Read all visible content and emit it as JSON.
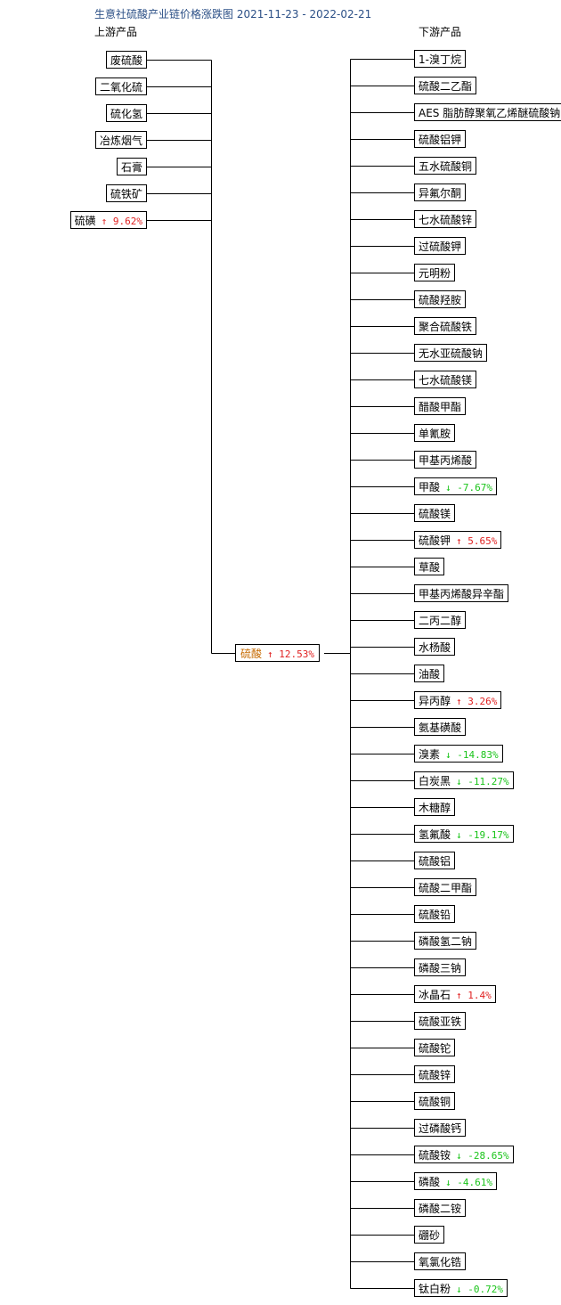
{
  "title": "生意社硫酸产业链价格涨跌图 2021-11-23 - 2022-02-21",
  "upstream_header": "上游产品",
  "downstream_header": "下游产品",
  "center": {
    "name": "硫酸",
    "arrow": "↑",
    "change": "12.53%",
    "dir": "up"
  },
  "colors": {
    "title": "#2b4f86",
    "center": "#c66a00",
    "rise": "#e02020",
    "fall": "#19c419"
  },
  "upstream": [
    {
      "name": "废硫酸"
    },
    {
      "name": "二氧化硫"
    },
    {
      "name": "硫化氢"
    },
    {
      "name": "冶炼烟气"
    },
    {
      "name": "石膏"
    },
    {
      "name": "硫铁矿"
    },
    {
      "name": "硫磺",
      "arrow": "↑",
      "change": "9.62%",
      "dir": "up"
    }
  ],
  "downstream": [
    {
      "name": "1-溴丁烷"
    },
    {
      "name": "硫酸二乙酯"
    },
    {
      "name": "AES 脂肪醇聚氧乙烯醚硫酸钠"
    },
    {
      "name": "硫酸铝钾"
    },
    {
      "name": "五水硫酸铜"
    },
    {
      "name": "异氟尔酮"
    },
    {
      "name": "七水硫酸锌"
    },
    {
      "name": "过硫酸钾"
    },
    {
      "name": "元明粉"
    },
    {
      "name": "硫酸羟胺"
    },
    {
      "name": "聚合硫酸铁"
    },
    {
      "name": "无水亚硫酸钠"
    },
    {
      "name": "七水硫酸镁"
    },
    {
      "name": "醋酸甲酯"
    },
    {
      "name": "单氰胺"
    },
    {
      "name": "甲基丙烯酸"
    },
    {
      "name": "甲酸",
      "arrow": "↓",
      "change": "-7.67%",
      "dir": "down"
    },
    {
      "name": "硫酸镁"
    },
    {
      "name": "硫酸钾",
      "arrow": "↑",
      "change": "5.65%",
      "dir": "up"
    },
    {
      "name": "草酸"
    },
    {
      "name": "甲基丙烯酸异辛酯"
    },
    {
      "name": "二丙二醇"
    },
    {
      "name": "水杨酸"
    },
    {
      "name": "油酸"
    },
    {
      "name": "异丙醇",
      "arrow": "↑",
      "change": "3.26%",
      "dir": "up"
    },
    {
      "name": "氨基磺酸"
    },
    {
      "name": "溴素",
      "arrow": "↓",
      "change": "-14.83%",
      "dir": "down"
    },
    {
      "name": "白炭黑",
      "arrow": "↓",
      "change": "-11.27%",
      "dir": "down"
    },
    {
      "name": "木糖醇"
    },
    {
      "name": "氢氟酸",
      "arrow": "↓",
      "change": "-19.17%",
      "dir": "down"
    },
    {
      "name": "硫酸铝"
    },
    {
      "name": "硫酸二甲酯"
    },
    {
      "name": "硫酸铅"
    },
    {
      "name": "磷酸氢二钠"
    },
    {
      "name": "磷酸三钠"
    },
    {
      "name": "冰晶石",
      "arrow": "↑",
      "change": "1.4%",
      "dir": "up"
    },
    {
      "name": "硫酸亚铁"
    },
    {
      "name": "硫酸铊"
    },
    {
      "name": "硫酸锌"
    },
    {
      "name": "硫酸铜"
    },
    {
      "name": "过磷酸钙"
    },
    {
      "name": "硫酸铵",
      "arrow": "↓",
      "change": "-28.65%",
      "dir": "down"
    },
    {
      "name": "磷酸",
      "arrow": "↓",
      "change": "-4.61%",
      "dir": "down"
    },
    {
      "name": "磷酸二铵"
    },
    {
      "name": "硼砂"
    },
    {
      "name": "氧氯化锆"
    },
    {
      "name": "钛白粉",
      "arrow": "↓",
      "change": "-0.72%",
      "dir": "down"
    }
  ]
}
